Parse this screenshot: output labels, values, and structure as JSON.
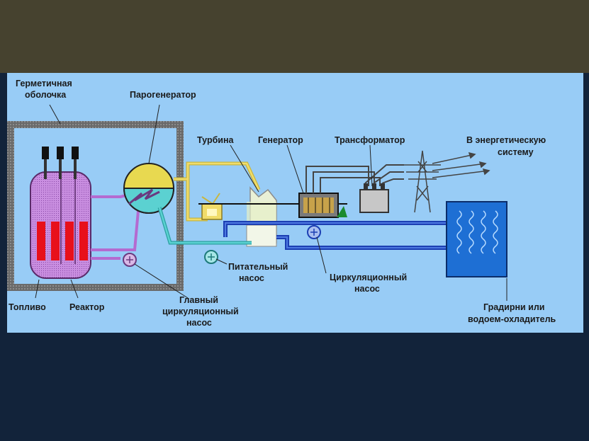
{
  "labels": {
    "containment_line1": "Герметичная",
    "containment_line2": "оболочка",
    "steam_generator": "Парогенератор",
    "turbine": "Турбина",
    "generator": "Генератор",
    "transformer": "Трансформатор",
    "grid_line1": "В энергетическую",
    "grid_line2": "систему",
    "feed_pump_line1": "Питательный",
    "feed_pump_line2": "насос",
    "circ_pump_line1": "Циркуляционный",
    "circ_pump_line2": "насос",
    "main_pump_line1": "Главный",
    "main_pump_line2": "циркуляционный",
    "main_pump_line3": "насос",
    "fuel": "Топливо",
    "reactor": "Реактор",
    "cooling_line1": "Градирни или",
    "cooling_line2": "водоем-охладитель"
  },
  "colors": {
    "top_band": "#46422f",
    "bottom_band": "#12233a",
    "panel": "#98ccf6",
    "reactor": "#c98ee0",
    "fuel_rods": "#e8101a",
    "cooling_tower": "#1e6fd4",
    "steam_pipe": "#f0dc6a",
    "feed_pipe": "#5bd1d1",
    "circ_pipe": "#1c3fb3"
  }
}
